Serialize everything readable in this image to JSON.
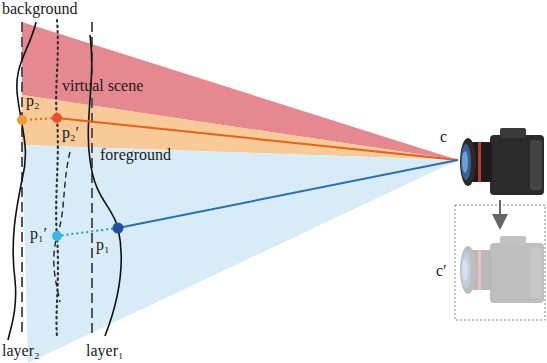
{
  "diagram": {
    "labels": [
      "background",
      "virtual scene",
      "p₂",
      "p₂′",
      "foreground",
      "p₁′",
      "p₁",
      "layer₂",
      "layer₁",
      "c",
      "c′"
    ]
  }
}
